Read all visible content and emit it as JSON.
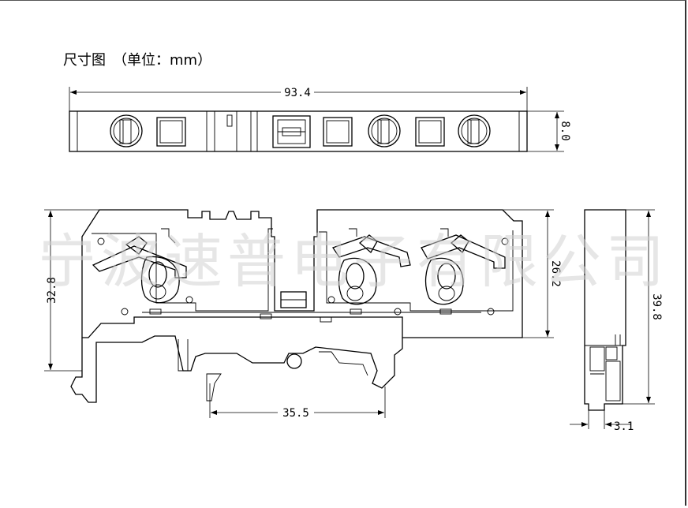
{
  "title": "尺寸图　（单位：mm）",
  "watermark": "宁波速普电子有限公司",
  "dimensions": {
    "top_width": "93.4",
    "top_depth": "8.0",
    "right_height": "26.2",
    "left_height": "32.8",
    "side_height": "39.8",
    "rail_width": "35.5",
    "side_thickness": "3.1"
  }
}
